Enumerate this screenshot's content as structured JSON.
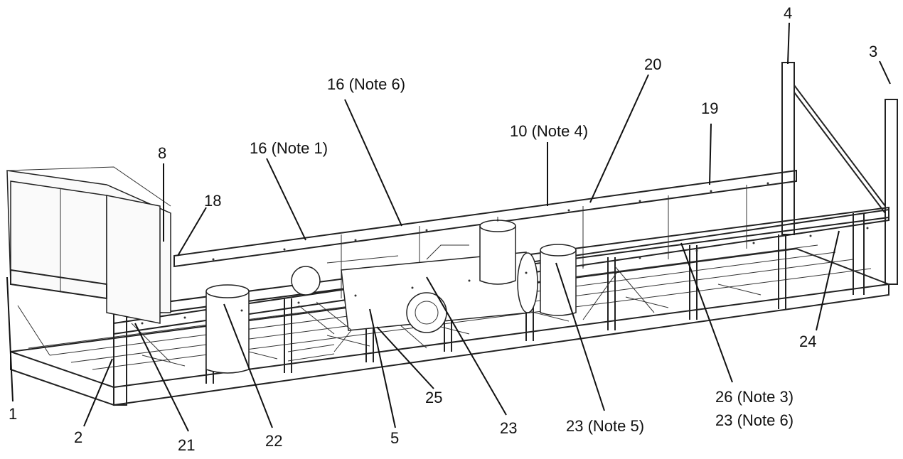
{
  "callouts": {
    "c1": "1",
    "c2": "2",
    "c3": "3",
    "c4": "4",
    "c5": "5",
    "c8": "8",
    "c10_note4": "10 (Note 4)",
    "c16_note1": "16 (Note 1)",
    "c16_note6": "16 (Note 6)",
    "c18": "18",
    "c19": "19",
    "c20": "20",
    "c21": "21",
    "c22": "22",
    "c23": "23",
    "c23_note5": "23 (Note 5)",
    "c24": "24",
    "c25": "25",
    "c26_note3": "26 (Note 3)",
    "c23_note6": "23 (Note 6)"
  },
  "parts": [
    "condenser-unit",
    "skid-base-frame",
    "rear-top-rail",
    "front-top-rail",
    "upright-posts",
    "diagonal-brace",
    "receiver-tank",
    "vertical-tank",
    "oil-separator-tank",
    "compressor",
    "piping"
  ]
}
